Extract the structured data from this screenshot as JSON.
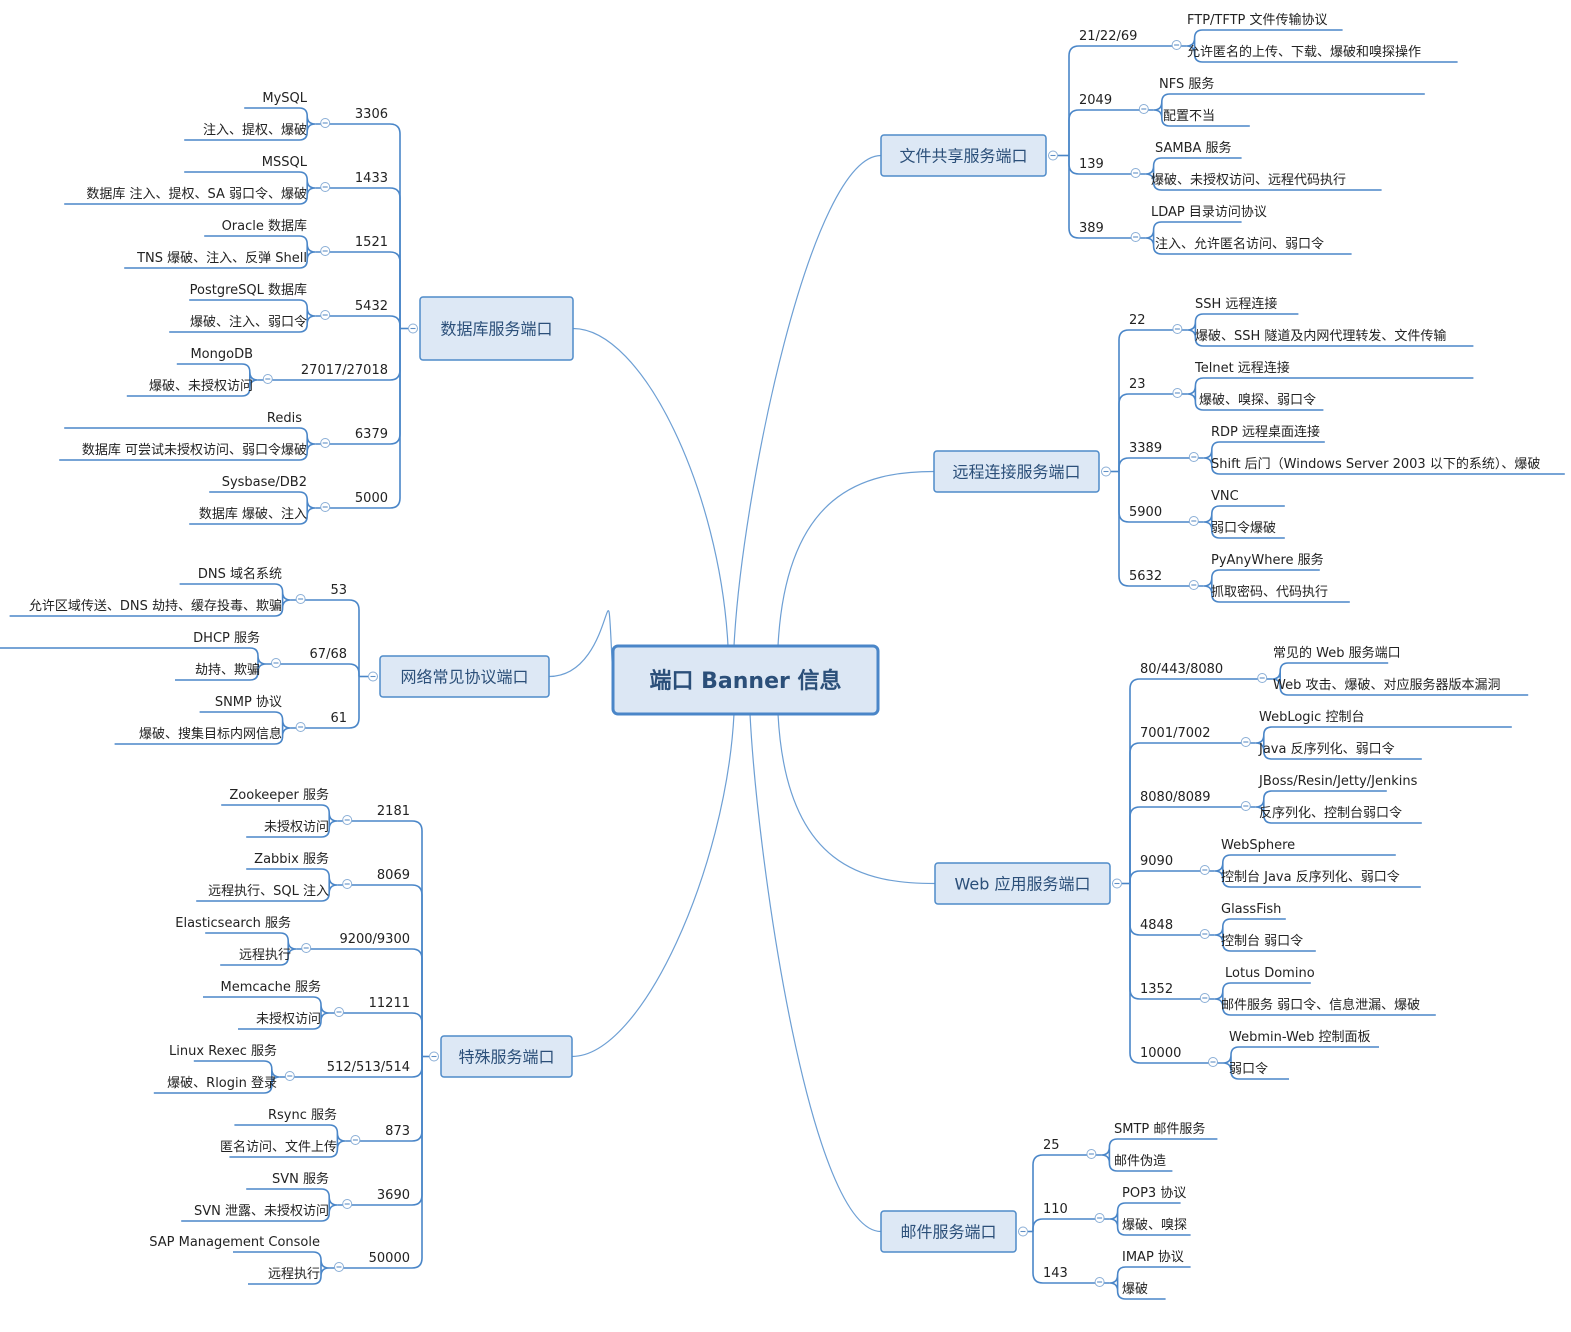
{
  "root": {
    "label": "端口 Banner 信息"
  },
  "branches": [
    {
      "id": "file",
      "label": "文件共享服务端口",
      "ports": [
        {
          "port": "21/22/69",
          "items": [
            "FTP/TFTP 文件传输协议",
            "允许匿名的上传、下载、爆破和嗅探操作"
          ]
        },
        {
          "port": "2049",
          "items": [
            "NFS 服务",
            "配置不当"
          ]
        },
        {
          "port": "139",
          "items": [
            "SAMBA 服务",
            "爆破、未授权访问、远程代码执行"
          ]
        },
        {
          "port": "389",
          "items": [
            "LDAP 目录访问协议",
            "注入、允许匿名访问、弱口令"
          ]
        }
      ]
    },
    {
      "id": "remote",
      "label": "远程连接服务端口",
      "ports": [
        {
          "port": "22",
          "items": [
            "SSH 远程连接",
            "爆破、SSH 隧道及内网代理转发、文件传输"
          ]
        },
        {
          "port": "23",
          "items": [
            "Telnet 远程连接",
            "爆破、嗅探、弱口令"
          ]
        },
        {
          "port": "3389",
          "items": [
            "RDP 远程桌面连接",
            "Shift 后门（Windows Server 2003 以下的系统）、爆破"
          ]
        },
        {
          "port": "5900",
          "items": [
            "VNC",
            "弱口令爆破"
          ]
        },
        {
          "port": "5632",
          "items": [
            "PyAnyWhere 服务",
            "抓取密码、代码执行"
          ]
        }
      ]
    },
    {
      "id": "web",
      "label": "Web 应用服务端口",
      "ports": [
        {
          "port": "80/443/8080",
          "items": [
            "常见的 Web 服务端口",
            "Web 攻击、爆破、对应服务器版本漏洞"
          ]
        },
        {
          "port": "7001/7002",
          "items": [
            "WebLogic 控制台",
            "Java 反序列化、弱口令"
          ]
        },
        {
          "port": "8080/8089",
          "items": [
            "JBoss/Resin/Jetty/Jenkins",
            "反序列化、控制台弱口令"
          ]
        },
        {
          "port": "9090",
          "items": [
            "WebSphere",
            "控制台 Java 反序列化、弱口令"
          ]
        },
        {
          "port": "4848",
          "items": [
            "GlassFish",
            "控制台 弱口令"
          ]
        },
        {
          "port": "1352",
          "items": [
            "Lotus Domino",
            "邮件服务 弱口令、信息泄漏、爆破"
          ]
        },
        {
          "port": "10000",
          "items": [
            "Webmin-Web 控制面板",
            "弱口令"
          ]
        }
      ]
    },
    {
      "id": "mail",
      "label": "邮件服务端口",
      "ports": [
        {
          "port": "25",
          "items": [
            "SMTP 邮件服务",
            "邮件伪造"
          ]
        },
        {
          "port": "110",
          "items": [
            "POP3 协议",
            "爆破、嗅探"
          ]
        },
        {
          "port": "143",
          "items": [
            "IMAP 协议",
            "爆破"
          ]
        }
      ]
    },
    {
      "id": "db",
      "label": "数据库服务端口",
      "ports": [
        {
          "port": "3306",
          "items": [
            "MySQL",
            "注入、提权、爆破"
          ]
        },
        {
          "port": "1433",
          "items": [
            "MSSQL",
            "数据库 注入、提权、SA 弱口令、爆破"
          ]
        },
        {
          "port": "1521",
          "items": [
            "Oracle 数据库",
            "TNS 爆破、注入、反弹 Shell"
          ]
        },
        {
          "port": "5432",
          "items": [
            "PostgreSQL 数据库",
            "爆破、注入、弱口令"
          ]
        },
        {
          "port": "27017/27018",
          "items": [
            "MongoDB",
            "爆破、未授权访问"
          ]
        },
        {
          "port": "6379",
          "items": [
            "Redis",
            "数据库 可尝试未授权访问、弱口令爆破"
          ]
        },
        {
          "port": "5000",
          "items": [
            "Sysbase/DB2",
            "数据库 爆破、注入"
          ]
        }
      ]
    },
    {
      "id": "net",
      "label": "网络常见协议端口",
      "ports": [
        {
          "port": "53",
          "items": [
            "DNS 域名系统",
            "允许区域传送、DNS 劫持、缓存投毒、欺骗"
          ]
        },
        {
          "port": "67/68",
          "items": [
            "DHCP 服务",
            "劫持、欺骗"
          ]
        },
        {
          "port": "61",
          "items": [
            "SNMP 协议",
            "爆破、搜集目标内网信息"
          ]
        }
      ]
    },
    {
      "id": "special",
      "label": "特殊服务端口",
      "ports": [
        {
          "port": "2181",
          "items": [
            "Zookeeper 服务",
            "未授权访问"
          ]
        },
        {
          "port": "8069",
          "items": [
            "Zabbix 服务",
            "远程执行、SQL 注入"
          ]
        },
        {
          "port": "9200/9300",
          "items": [
            "Elasticsearch 服务",
            "远程执行"
          ]
        },
        {
          "port": "11211",
          "items": [
            "Memcache 服务",
            "未授权访问"
          ]
        },
        {
          "port": "512/513/514",
          "items": [
            "Linux Rexec 服务",
            "爆破、Rlogin 登录"
          ]
        },
        {
          "port": "873",
          "items": [
            "Rsync 服务",
            "匿名访问、文件上传"
          ]
        },
        {
          "port": "3690",
          "items": [
            "SVN 服务",
            "SVN 泄露、未授权访问"
          ]
        },
        {
          "port": "50000",
          "items": [
            "SAP Management Console",
            "远程执行"
          ]
        }
      ]
    }
  ]
}
